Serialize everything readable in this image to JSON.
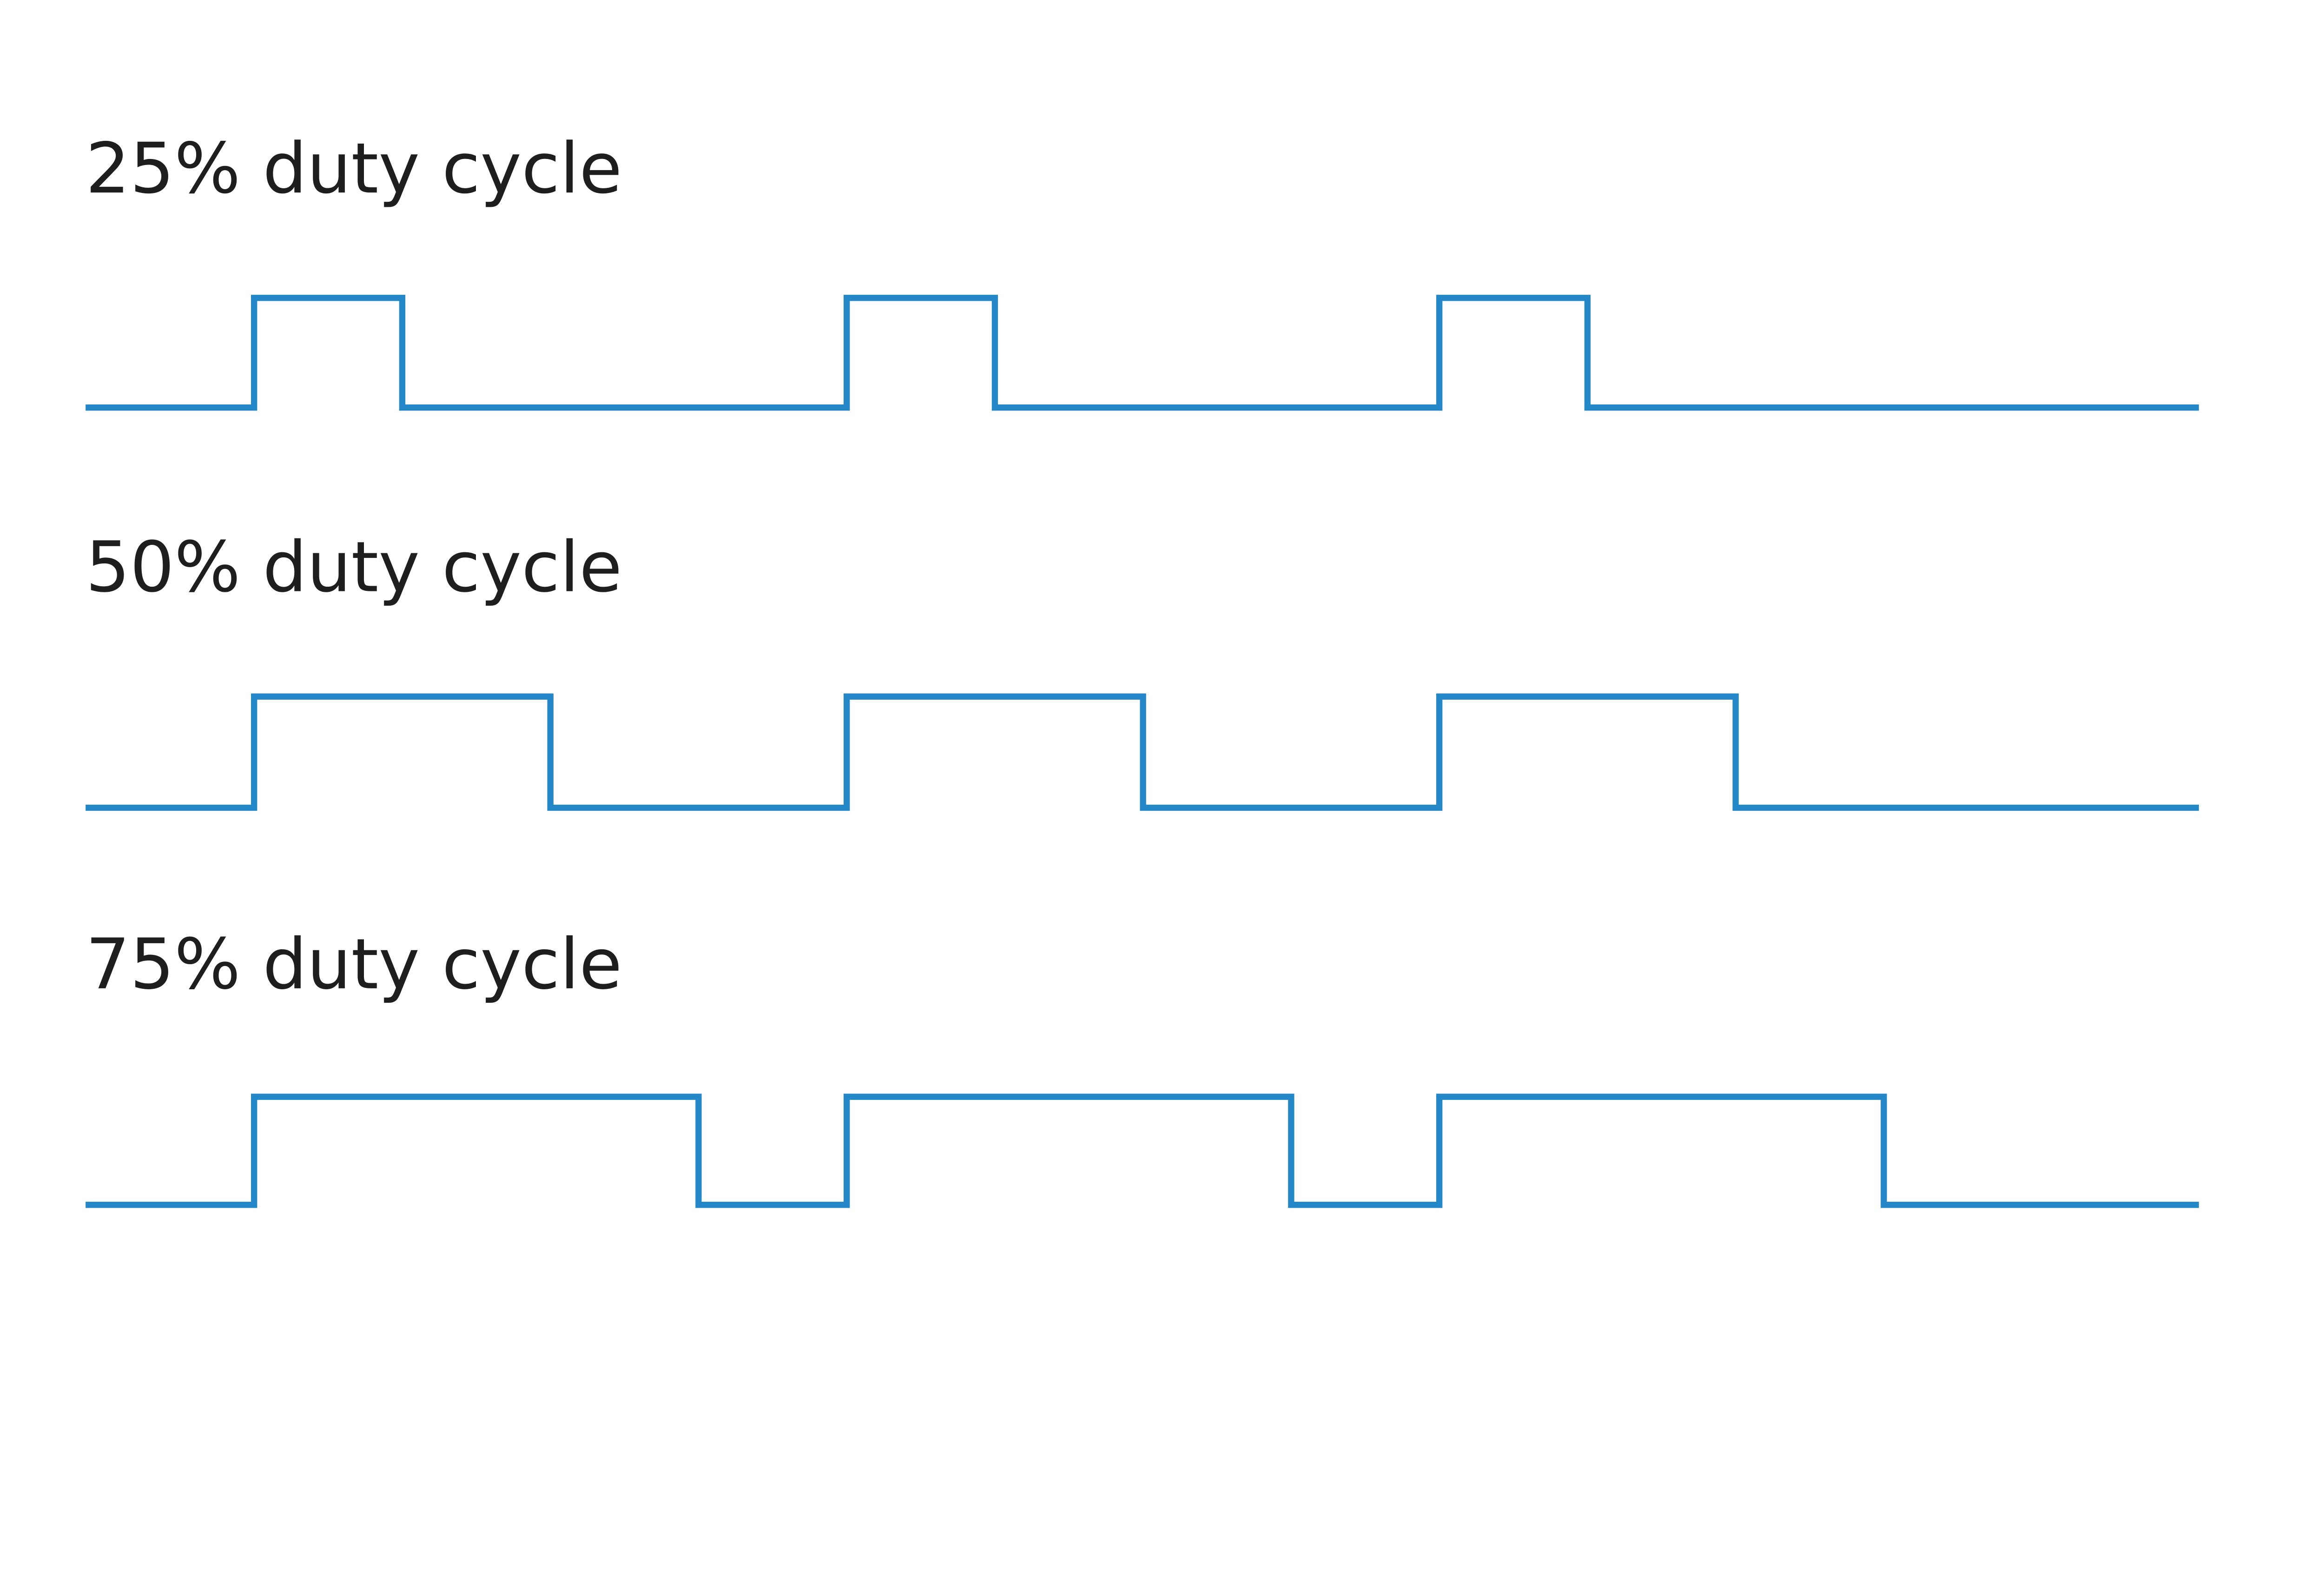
{
  "line_color": "#2387c8",
  "text_color": "#1e1e1e",
  "waveforms": [
    {
      "label": "25% duty cycle",
      "duty": 0.25,
      "periods": 3
    },
    {
      "label": "50% duty cycle",
      "duty": 0.5,
      "periods": 3
    },
    {
      "label": "75% duty cycle",
      "duty": 0.75,
      "periods": 3
    }
  ]
}
